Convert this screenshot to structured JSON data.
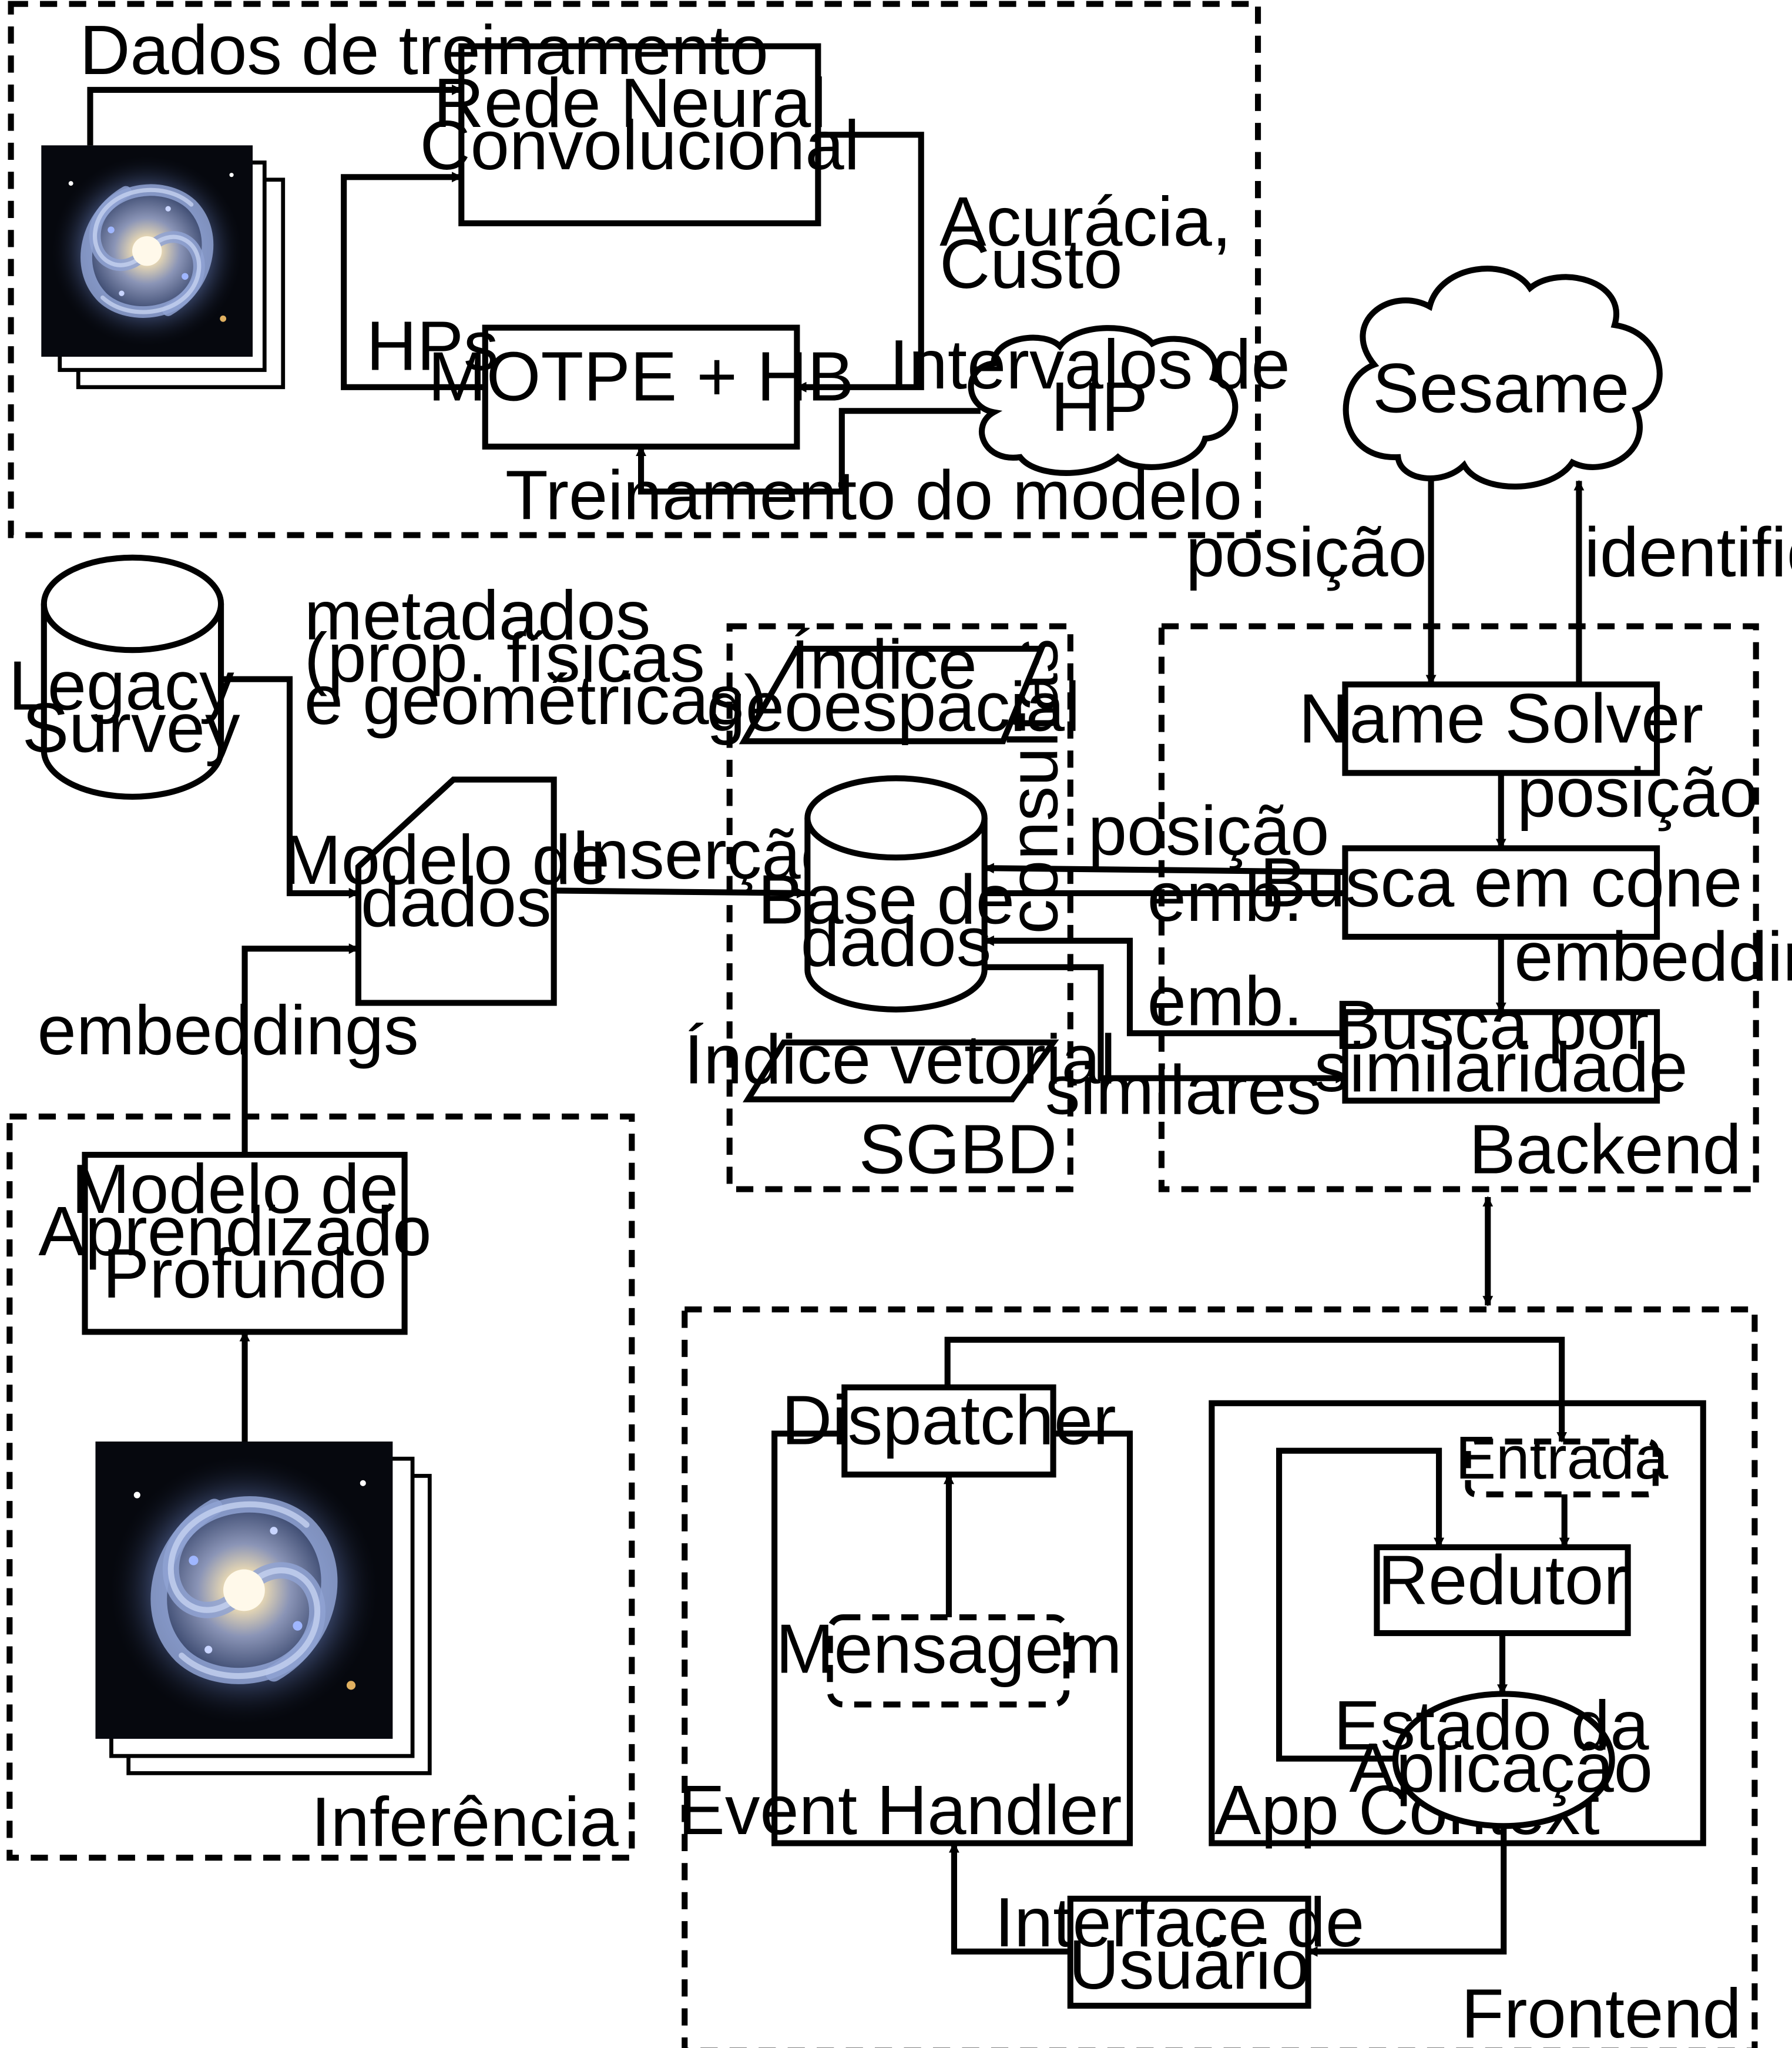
{
  "groups": {
    "training": "Treinamento do modelo",
    "inference": "Inferência",
    "dbms": "SGBD",
    "backend": "Backend",
    "frontend": "Frontend",
    "event_handler": "Event Handler",
    "app_context": "App Context"
  },
  "nodes": {
    "cnn": [
      "Rede Neural",
      "Convolucional"
    ],
    "motpe": "MOTPE + HB",
    "hp_ranges": [
      "Intervalos de",
      "HP"
    ],
    "sesame": "Sesame",
    "legacy_survey": [
      "Legacy",
      "Survey"
    ],
    "data_model": [
      "Modelo de",
      "dados"
    ],
    "geo_index": [
      "Índice",
      "geoespacial"
    ],
    "database": [
      "Base de",
      "dados"
    ],
    "vector_index": "Índice vetorial",
    "name_solver": "Name Solver",
    "cone_search": "Busca em cone",
    "similarity_search": [
      "Busca por",
      "similaridade"
    ],
    "deep_model": [
      "Modelo de",
      "Aprendizado",
      "Profundo"
    ],
    "dispatcher": "Dispatcher",
    "message": "Mensagem",
    "input": "Entrada",
    "reducer": "Redutor",
    "app_state": [
      "Estado da",
      "Aplicação"
    ],
    "user_interface": [
      "Interface de",
      "Usuário"
    ]
  },
  "edge_labels": {
    "training_data": "Dados de treinamento",
    "accuracy_cost": [
      "Acurácia,",
      "Custo"
    ],
    "hps": "HPs",
    "metadata": [
      "metadados",
      "(prop. físicas",
      "e geométricas)"
    ],
    "insertion": "Inserção",
    "queries": "consultas",
    "position_sesame": "posição",
    "identifier": "identificador",
    "position_solver": "posição",
    "position_cone": "posição",
    "emb_cone": "emb.",
    "embeddings_backend": "embeddings",
    "emb_similarity": "emb.",
    "similar": "similares",
    "embeddings_inference": "embeddings"
  },
  "images": [
    "spiral-galaxy-stack-training",
    "spiral-galaxy-stack-inference"
  ]
}
